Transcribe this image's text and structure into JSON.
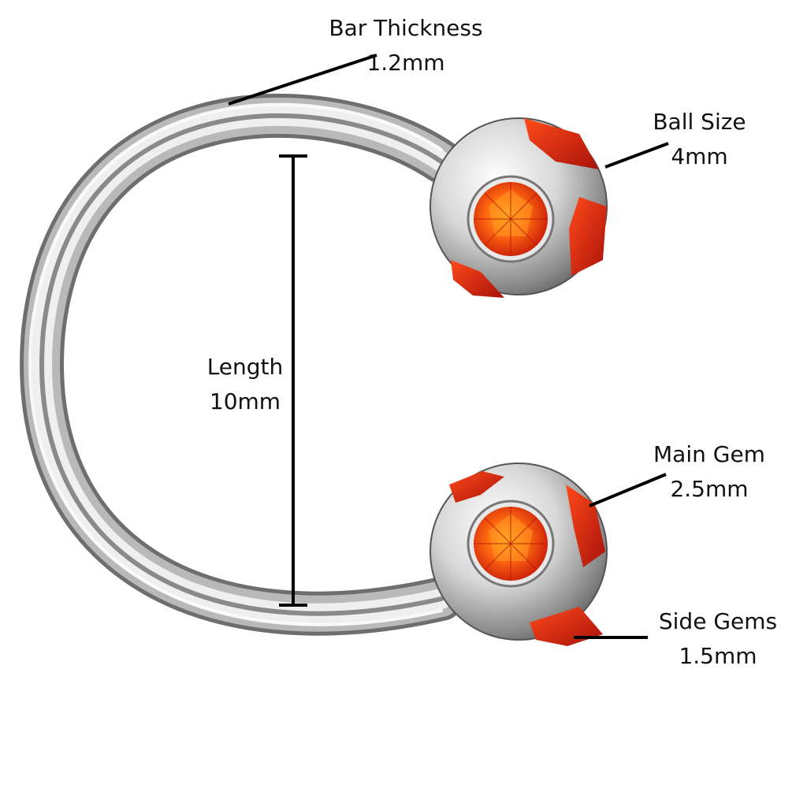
{
  "annotations": {
    "bar_thickness": {
      "name": "Bar Thickness",
      "value": "1.2mm"
    },
    "ball_size": {
      "name": "Ball Size",
      "value": "4mm"
    },
    "length": {
      "name": "Length",
      "value": "10mm"
    },
    "main_gem": {
      "name": "Main Gem",
      "value": "2.5mm"
    },
    "side_gems": {
      "name": "Side Gems",
      "value": "1.5mm"
    }
  },
  "colors": {
    "steel_dark": "#6e6e6e",
    "steel_light": "#f4f4f4",
    "gem_red": "#e0240f",
    "gem_orange": "#ff7a10",
    "line": "#000000"
  }
}
